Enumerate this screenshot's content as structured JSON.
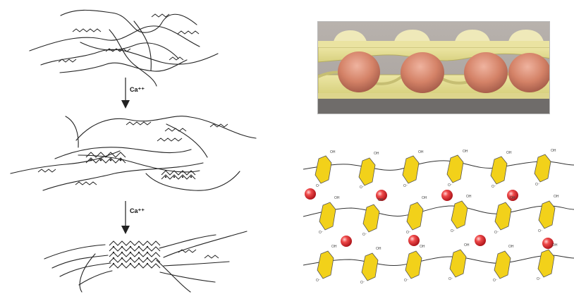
{
  "diagram": {
    "arrow1_label": "Ca⁺⁺",
    "arrow2_label": "Ca⁺⁺"
  },
  "photo": {
    "subject": "egg-box-carton-photo"
  },
  "molecular": {
    "ion_color": "#d3262f",
    "sugar_color": "#f2d11a",
    "structure": "egg-box-alginate-calcium-model"
  }
}
